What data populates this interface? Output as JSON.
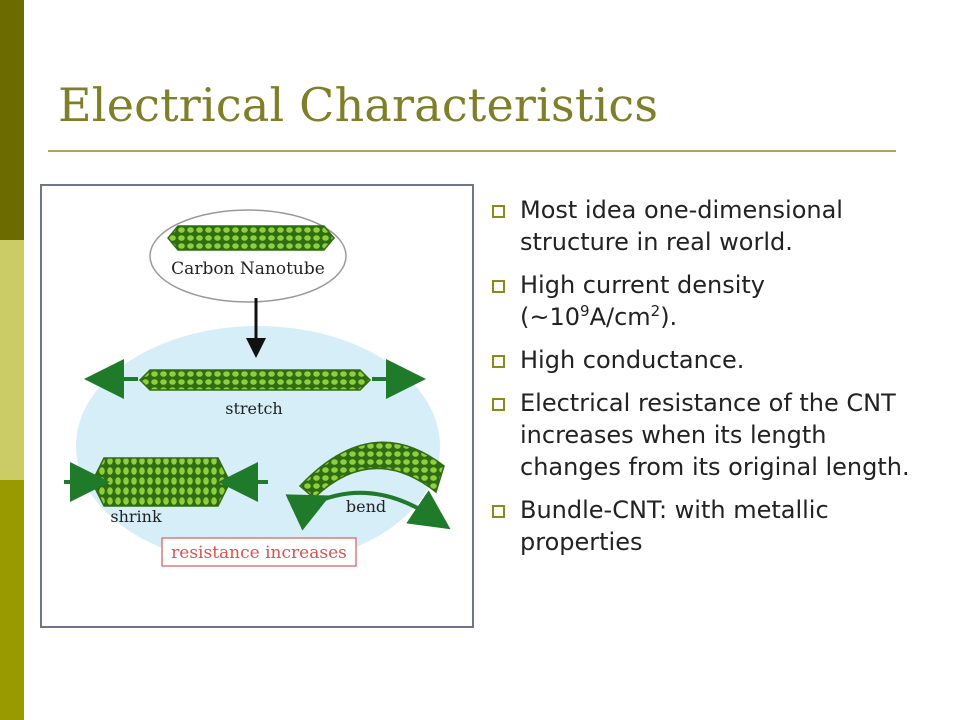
{
  "slide": {
    "title": "Electrical Characteristics",
    "colors": {
      "title": "#7f7f2a",
      "accent_dark": "#6b6b00",
      "accent_light": "#cccc66",
      "accent_mid": "#999900",
      "tube_green": "#4a9a1f",
      "arrow_green": "#1f7a2a",
      "bubble": "#d6eef7"
    }
  },
  "figure": {
    "label_nanotube": "Carbon Nanotube",
    "label_stretch": "stretch",
    "label_shrink": "shrink",
    "label_bend": "bend",
    "label_result": "resistance increases"
  },
  "bullets": [
    {
      "text": "Most idea one-dimensional structure in real world."
    },
    {
      "pre": "High current density (~10",
      "sup1": "9",
      "mid": "A/cm",
      "sup2": "2",
      "post": ")."
    },
    {
      "text": "High conductance."
    },
    {
      "text": "Electrical resistance of the CNT increases when its length changes from its original length."
    },
    {
      "text": "Bundle-CNT: with metallic properties"
    }
  ]
}
